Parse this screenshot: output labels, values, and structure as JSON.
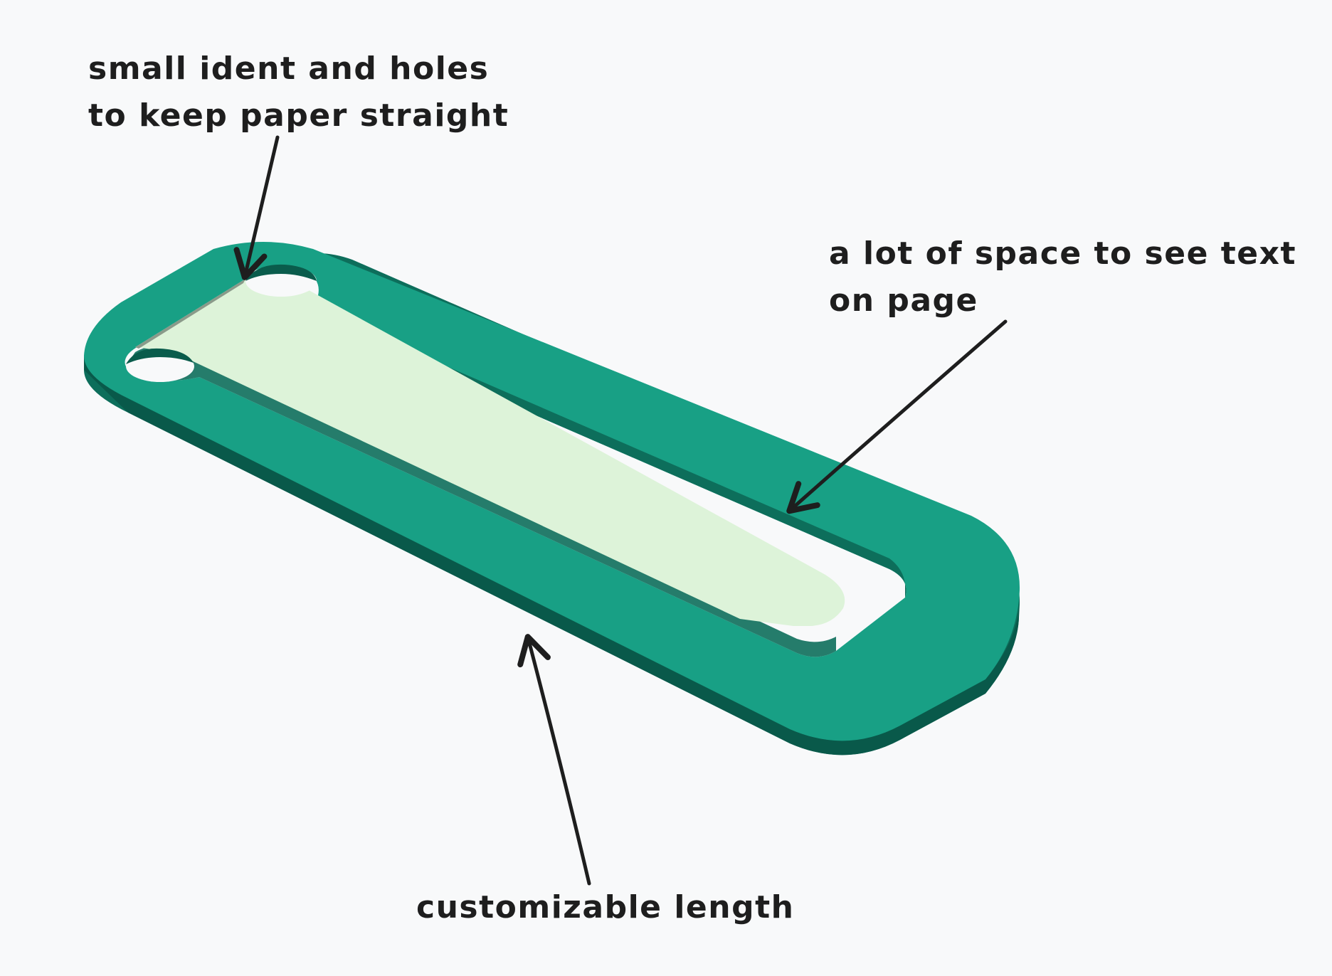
{
  "annotations": {
    "holes": {
      "line1": "small ident and holes",
      "line2": "to keep paper straight"
    },
    "space": {
      "line1": "a lot of space to see text",
      "line2": "on page"
    },
    "length": {
      "line1": "customizable length"
    }
  },
  "colors": {
    "background": "#f8f9fa",
    "frame_top": "#18a085",
    "frame_side": "#0d6e5b",
    "frame_side_dark": "#09594a",
    "paper": "#ddf3d9",
    "hole_inner": "#0a5c4c",
    "text": "#1e1e1e"
  }
}
